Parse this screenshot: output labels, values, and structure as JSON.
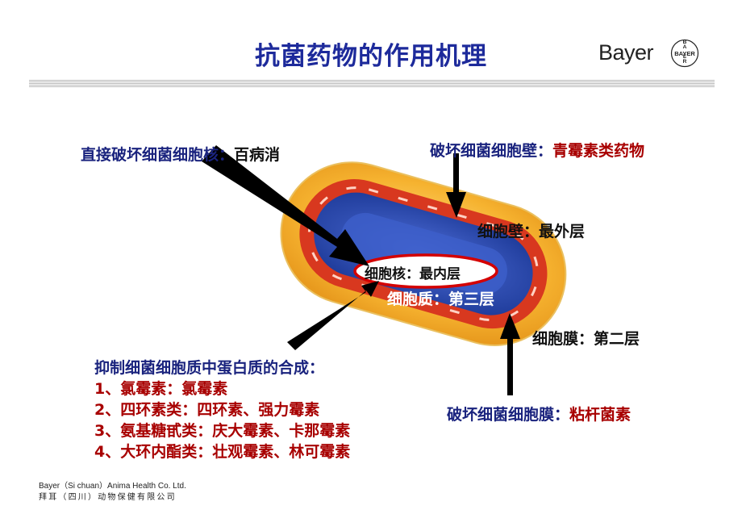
{
  "title": "抗菌药物的作用机理",
  "brand": {
    "wordmark": "Bayer",
    "cross_letters": "BAYER"
  },
  "labels": {
    "nucleus_action_prefix": "直接破坏细菌细胞核：",
    "nucleus_action_drug": "百病消",
    "wall_action_prefix": "破坏细菌细胞壁：",
    "wall_action_drug": "青霉素类药物",
    "wall_layer": "细胞壁：最外层",
    "nucleus_layer": "细胞核：最内层",
    "cytoplasm_layer": "细胞质：第三层",
    "membrane_layer": "细胞膜：第二层",
    "membrane_action_prefix": "破坏细菌细胞膜：",
    "membrane_action_drug": "粘杆菌素"
  },
  "protein_synthesis": {
    "heading": "抑制细菌细胞质中蛋白质的合成：",
    "items": [
      {
        "prefix": "1、氯霉素：",
        "drugs": "氯霉素"
      },
      {
        "prefix": "2、四环素类：",
        "drugs": "四环素、强力霉素"
      },
      {
        "prefix": "3、氨基糖甙类：",
        "drugs": "庆大霉素、卡那霉素"
      },
      {
        "prefix": "4、大环内酯类：",
        "drugs": "壮观霉素、林可霉素"
      }
    ]
  },
  "footer": {
    "company_en": "Bayer（Si chuan）Anima Health Co. Ltd.",
    "company_cn": "拜耳（四川）动物保健有限公司"
  },
  "colors": {
    "title": "#1d2a9b",
    "navy_text": "#1a237e",
    "red_text": "#a80000",
    "cell_wall": "#f6b330",
    "cell_membrane": "#d8381f",
    "cytoplasm": "#2f4fb2",
    "arrow": "#000000",
    "highlight_ellipse": "#d40000"
  }
}
